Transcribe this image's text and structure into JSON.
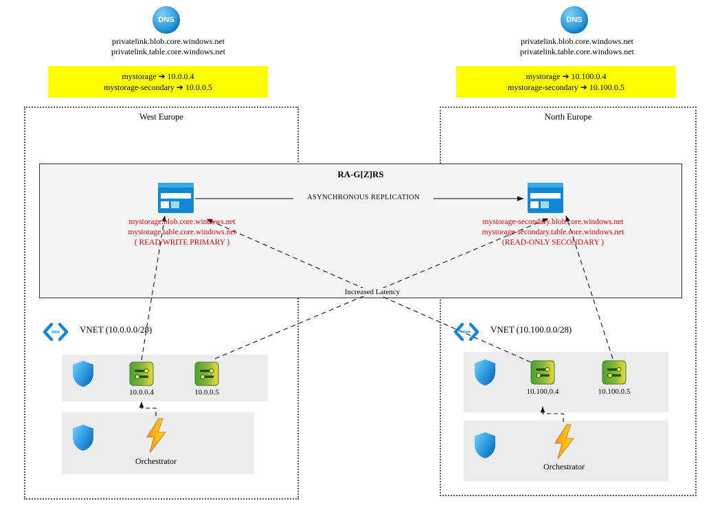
{
  "colors": {
    "highlight_yellow": "#ffff00",
    "endpoint_red": "#e60000",
    "azure_blue": "#1287d6",
    "ra_box_gray": "#f5f5f5",
    "panel_gray": "#ececec"
  },
  "dns": {
    "left": {
      "icon_label": "DNS",
      "zone_lines": [
        "privatelink.blob.core.windows.net",
        "privatelink.table.core.windows.net"
      ],
      "records": [
        "mystorage ➔ 10.0.0.4",
        "mystorage-secondary ➔ 10.0.0.5"
      ]
    },
    "right": {
      "icon_label": "DNS",
      "zone_lines": [
        "privatelink.blob.core.windows.net",
        "privatelink.table.core.windows.net"
      ],
      "records": [
        "mystorage ➔ 10.100.0.4",
        "mystorage-secondary ➔ 10.100.0.5"
      ]
    }
  },
  "regions": {
    "west": {
      "label": "West Europe"
    },
    "north": {
      "label": "North Europe"
    }
  },
  "replication": {
    "title": "RA-G[Z]RS",
    "arrow_label": "ASYNCHRONOUS REPLICATION",
    "latency_label": "Increased Latency",
    "primary": {
      "lines": [
        "mystorage.blob.core.windows.net",
        "mystorage.table.core.windows.net",
        "( READ/WRITE PRIMARY )"
      ]
    },
    "secondary": {
      "lines": [
        "mystorage-secondary.blob.core.windows.net",
        "mystorage-secondary.table.core.windows.net",
        "(READ-ONLY SECONDARY )"
      ]
    }
  },
  "vnets": {
    "west": {
      "label": "VNET (10.0.0.0/28)",
      "nics": [
        "10.0.0.4",
        "10.0.0.5"
      ],
      "orchestrator_label": "Orchestrator"
    },
    "north": {
      "label": "VNET (10.100.0.0/28)",
      "nics": [
        "10.100.0.4",
        "10.100.0.5"
      ],
      "orchestrator_label": "Orchestrator"
    }
  }
}
